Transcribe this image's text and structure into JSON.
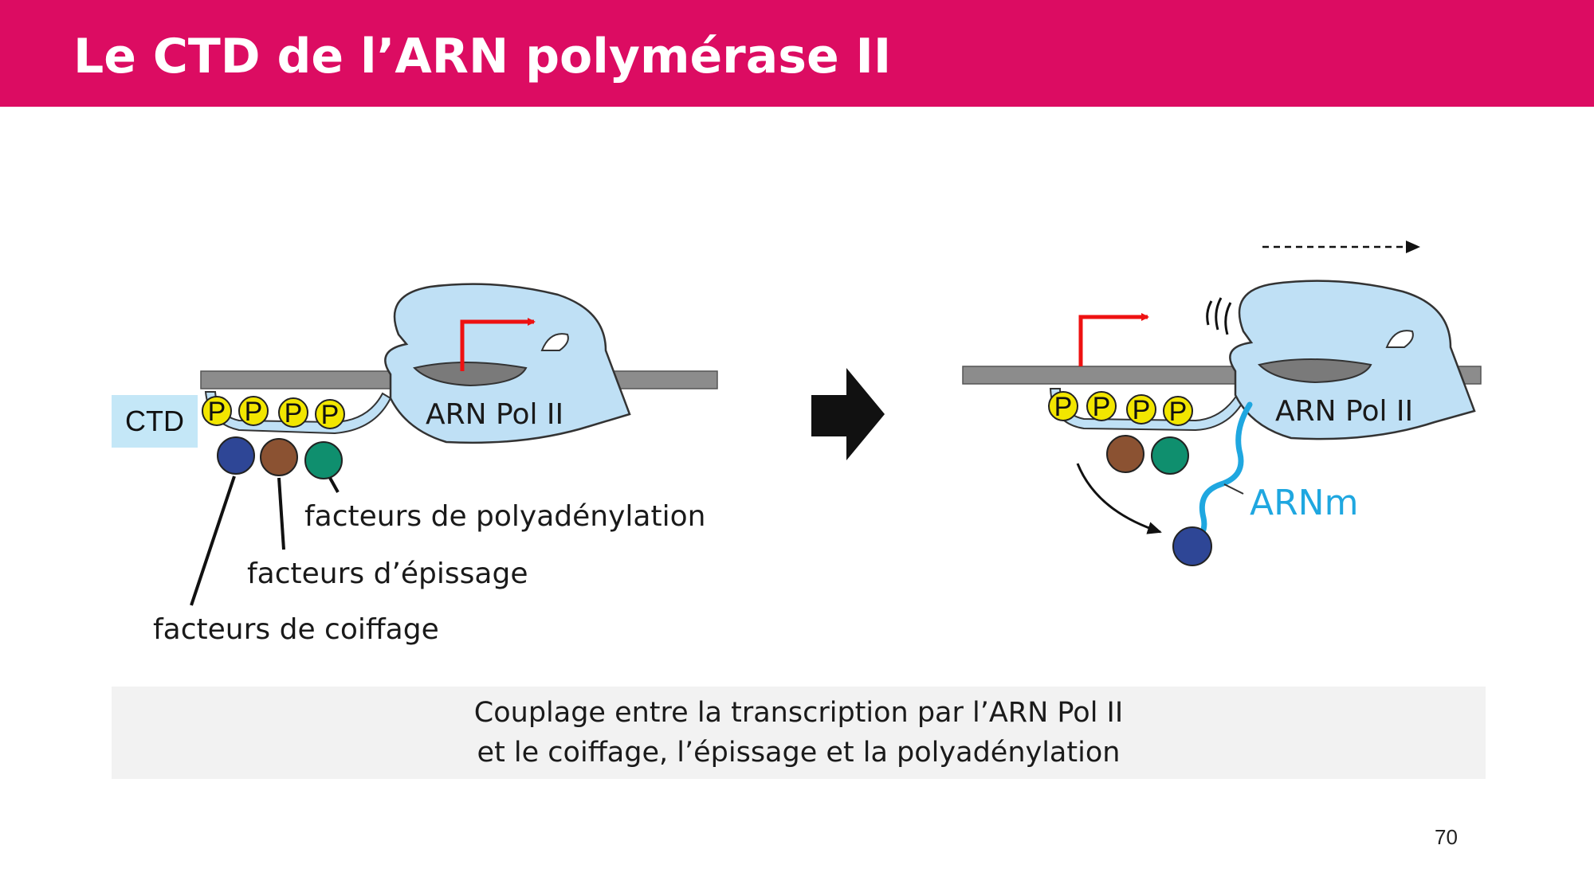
{
  "slide": {
    "title": "Le CTD de l’ARN polymérase II",
    "page_number": "70"
  },
  "left_panel": {
    "ctd_label": "CTD",
    "pol_label": "ARN Pol II",
    "phospho_label": "P",
    "factor_labels": {
      "polyadenylation": "facteurs de polyadénylation",
      "splicing": "facteurs d’épissage",
      "capping": "facteurs de coiffage"
    }
  },
  "right_panel": {
    "pol_label": "ARN Pol II",
    "mrna_label": "ARNm"
  },
  "caption": {
    "line1": "Couplage entre la transcription par l’ARN Pol II",
    "line2": "et le coiffage, l’épissage et la polyadénylation"
  },
  "colors": {
    "header": "#dc0c62",
    "polymerase": "#bfe0f5",
    "dna": "#8c8c8c",
    "phospho": "#f2e600",
    "capping_factor": "#2e4696",
    "splicing_factor": "#8b5232",
    "polyadenylation_factor": "#0f8f6e",
    "mrna": "#1fa7e0",
    "promoter_arrow": "#ee1111"
  }
}
